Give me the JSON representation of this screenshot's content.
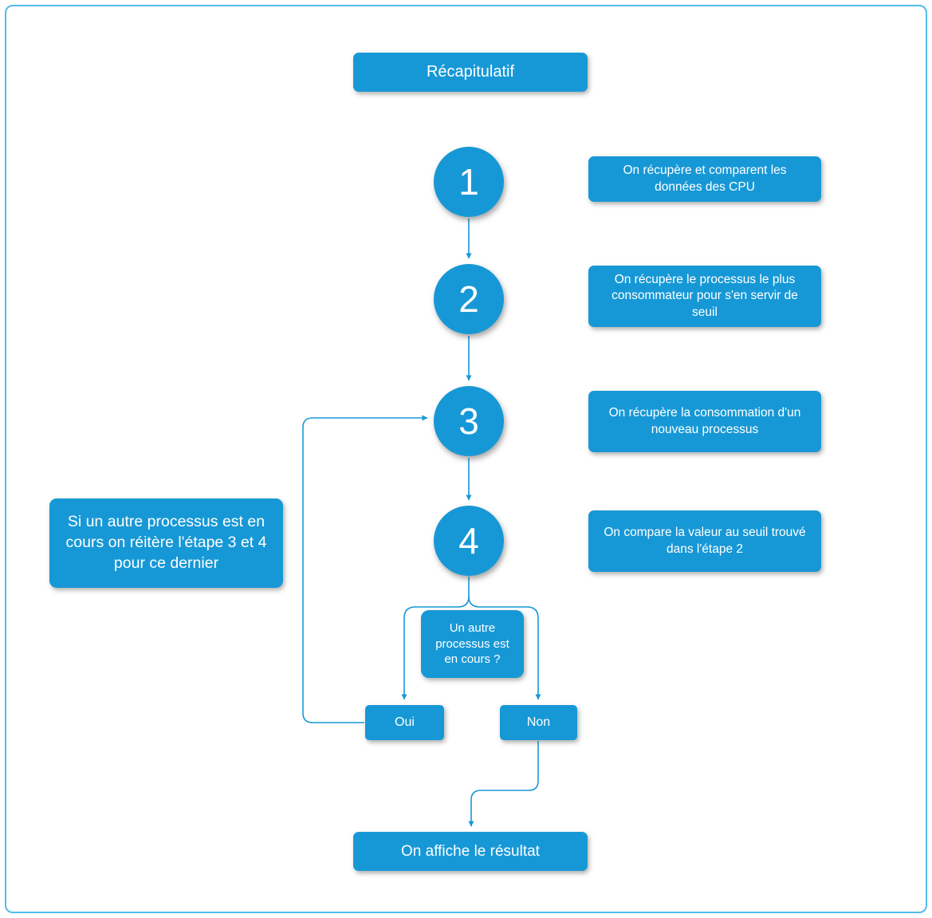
{
  "colors": {
    "primary": "#1798d6",
    "frame": "#53bbe9",
    "arrow": "#1798d6"
  },
  "title": "Récapitulatif",
  "steps": [
    {
      "number": "1",
      "label": "On récupère et comparent les données des CPU"
    },
    {
      "number": "2",
      "label": "On récupère le processus le plus consommateur pour s'en servir de seuil"
    },
    {
      "number": "3",
      "label": "On récupère la consommation d'un nouveau processus"
    },
    {
      "number": "4",
      "label": "On compare la valeur au seuil trouvé dans l'étape 2"
    }
  ],
  "side_note": "Si un autre processus est en cours on réitère l'étape 3 et 4 pour ce dernier",
  "decision": {
    "question": "Un autre processus est en cours ?",
    "yes_label": "Oui",
    "no_label": "Non"
  },
  "result": "On affiche le résultat"
}
